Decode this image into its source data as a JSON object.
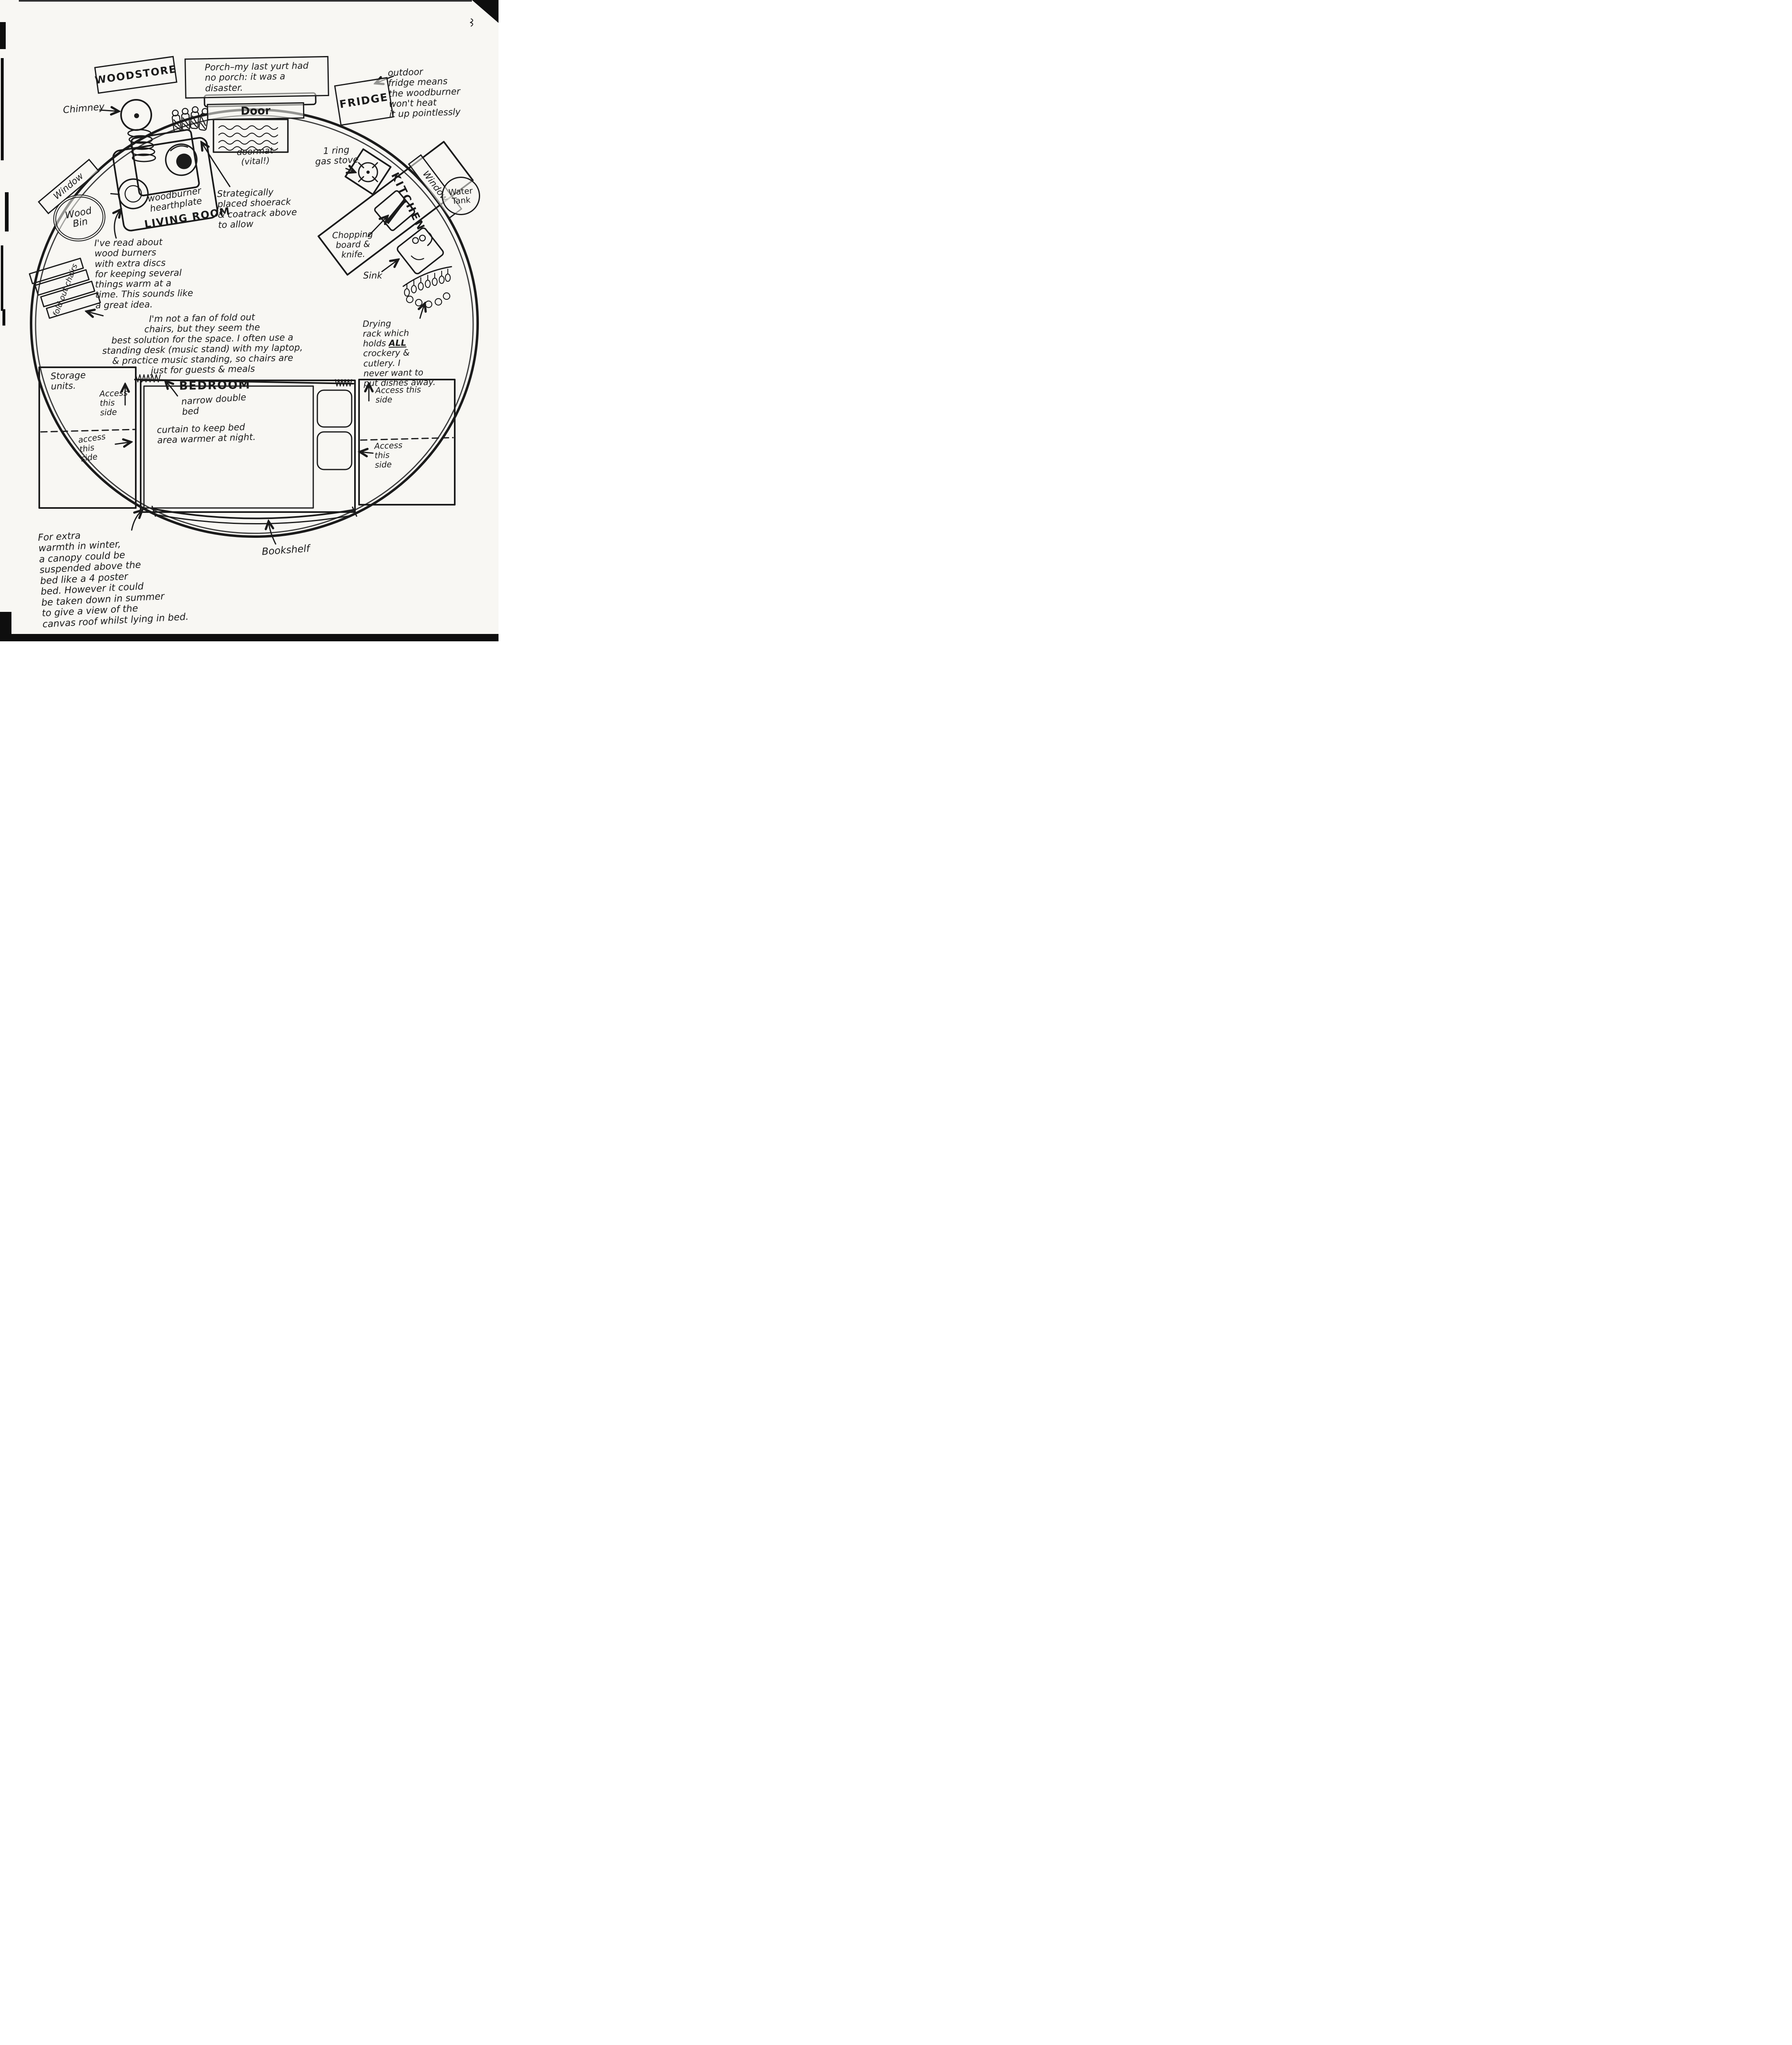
{
  "signs": {
    "woodstore": "WOODSTORE",
    "fridge": "FRIDGE",
    "door": "Door",
    "window_left": "Window",
    "window_right": "Window"
  },
  "rooms": {
    "living_room": "LIVING ROOM",
    "kitchen": "KITCHEN",
    "bedroom": "BEDROOM",
    "bedroom_sub": "narrow double\nbed"
  },
  "items": {
    "chimney": "Chimney",
    "doormat": "doormat\n(vital!)",
    "wood_bin": "Wood\nBin",
    "fold_out_chairs": "fold out chairs",
    "woodburner": "woodburner\nhearthplate",
    "gas_stove": "1 ring\ngas stove",
    "water_tank": "Water\nTank",
    "chopping_board": "Chopping\nboard &\nknife.",
    "sink": "Sink",
    "storage_units": "Storage\nunits.",
    "bookshelf": "Bookshelf"
  },
  "access": {
    "left_top": "Access\nthis\nside",
    "left_mid": "access\nthis\nside",
    "right_top": "Access this\nside",
    "right_mid": "Access\nthis\nside"
  },
  "notes": {
    "porch": "Porch–my last yurt had\nno porch: it was a\ndisaster.",
    "outdoor_fridge": "outdoor\nfridge means\nthe woodburner\nwon't heat\nit up pointlessly",
    "shoerack": "Strategically\nplaced shoerack\n& coatrack above\nto allow",
    "woodburner_discs": "I've read about\nwood burners\nwith extra discs\nfor keeping several\nthings warm at a\ntime. This sounds like\na great idea.",
    "chairs": "I'm not a fan of fold out\nchairs, but they seem the\nbest solution for the space.  I often use a\nstanding desk (music stand) with my laptop,\n& practice music standing, so chairs are\njust for guests & meals",
    "drying_rack_pre": "Drying\nrack which\nholds ",
    "drying_rack_emph": "ALL",
    "drying_rack_post": "\ncrockery &\ncutlery. I\nnever want to\nput dishes away.",
    "curtain": "curtain to keep bed\narea warmer at night.",
    "canopy": "For extra\nwarmth in winter,\na canopy could be\nsuspended above the\nbed like a 4 poster\nbed. However it could\nbe taken down in summer\nto give a view of the\ncanvas roof whilst lying in bed."
  }
}
